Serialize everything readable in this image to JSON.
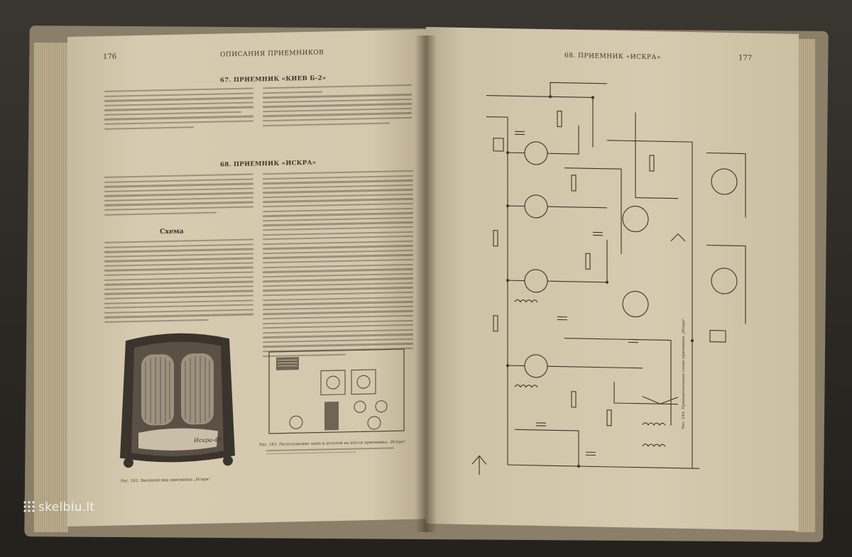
{
  "left_page": {
    "page_number": "176",
    "running_head": "ОПИСАНИЯ ПРИЕМНИКОВ",
    "section1_title": "67. ПРИЕМНИК «КИЕВ Б-2»",
    "section2_title": "68. ПРИЕМНИК «ИСКРА»",
    "subheading": "Схема",
    "radio_label": "Искра-49",
    "fig242_caption": "Рис. 242. Внешний вид приемника „Искра\".",
    "fig243_caption": "Рис. 243. Расположение ламп и деталей на шасси приемника „Искра\"."
  },
  "right_page": {
    "page_number": "177",
    "running_head": "68. ПРИЕМНИК «ИСКРА»",
    "fig244_caption": "Рис. 244. Принципиальная схема приемника „Искра\"."
  },
  "watermark": {
    "text": "skelbiu.lt"
  }
}
